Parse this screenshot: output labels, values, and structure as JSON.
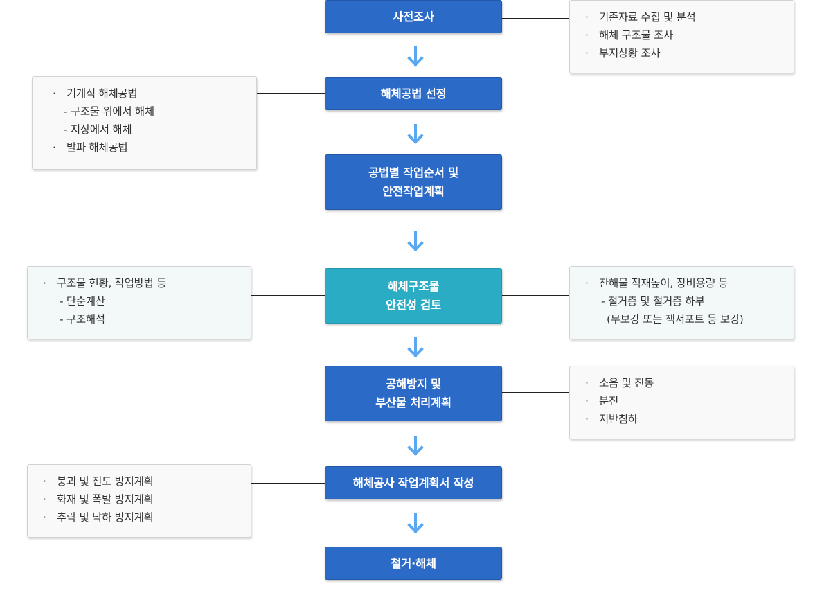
{
  "steps": {
    "s1": [
      "사전조사"
    ],
    "s2": [
      "해체공법 선정"
    ],
    "s3": [
      "공법별 작업순서 및",
      "안전작업계획"
    ],
    "s4": [
      "해체구조물",
      "안전성 검토"
    ],
    "s5": [
      "공해방지 및",
      "부산물 처리계획"
    ],
    "s6": [
      "해체공사 작업계획서 작성"
    ],
    "s7": [
      "철거·해체"
    ]
  },
  "notes": {
    "survey": [
      "기존자료 수집 및 분석",
      "해체 구조물 조사",
      "부지상황 조사"
    ],
    "method": [
      "기계식 해체공법",
      "- 구조물 위에서 해체",
      "- 지상에서 해체",
      "발파 해체공법"
    ],
    "safety_left": [
      "구조물 현황, 작업방법 등",
      "- 단순계산",
      "- 구조해석"
    ],
    "safety_right": [
      "잔해물 적재높이, 장비용량 등",
      "- 철거층 및 철거층 하부",
      "(무보강 또는 잭서포트 등 보강)"
    ],
    "pollution": [
      "소음 및 진동",
      "분진",
      "지반침하"
    ],
    "plan": [
      "붕괴 및 전도 방지계획",
      "화재 및 폭발 방지계획",
      "추락 및 낙하 방지계획"
    ]
  },
  "colors": {
    "step_blue": "#2b6ac6",
    "step_teal": "#2aadc4",
    "arrow": "#5aa8f0",
    "note_bg": "#f9f9f9",
    "note_tint": "#f3f9f9",
    "connector": "#222222"
  },
  "icons": {
    "flow_arrow": "down-arrow-icon"
  }
}
